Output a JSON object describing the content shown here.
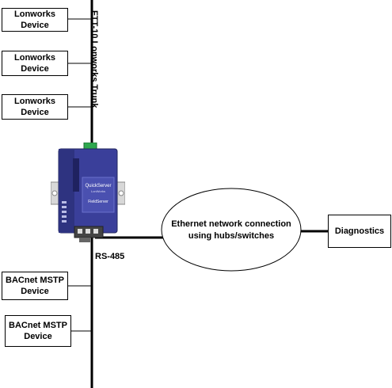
{
  "lonworks_devices": [
    {
      "label": "Lonworks\nDevice"
    },
    {
      "label": "Lonworks\nDevice"
    },
    {
      "label": "Lonworks\nDevice"
    }
  ],
  "trunk_label": "FTT-10 Lonworks Trunk",
  "rs485_label": "RS-485",
  "ethernet_label": "Ethernet network connection\nusing hubs/switches",
  "diagnostics_label": "Diagnostics",
  "bacnet_devices": [
    {
      "label": "BACnet MSTP\nDevice"
    },
    {
      "label": "BACnet MSTP\nDevice"
    }
  ],
  "device_image": {
    "brand_text": "QuickServer",
    "sub_text": "LonWorks",
    "logo_text": "FieldServer",
    "body_color": "#3a3f9a",
    "connector_color": "#2fa84f"
  }
}
